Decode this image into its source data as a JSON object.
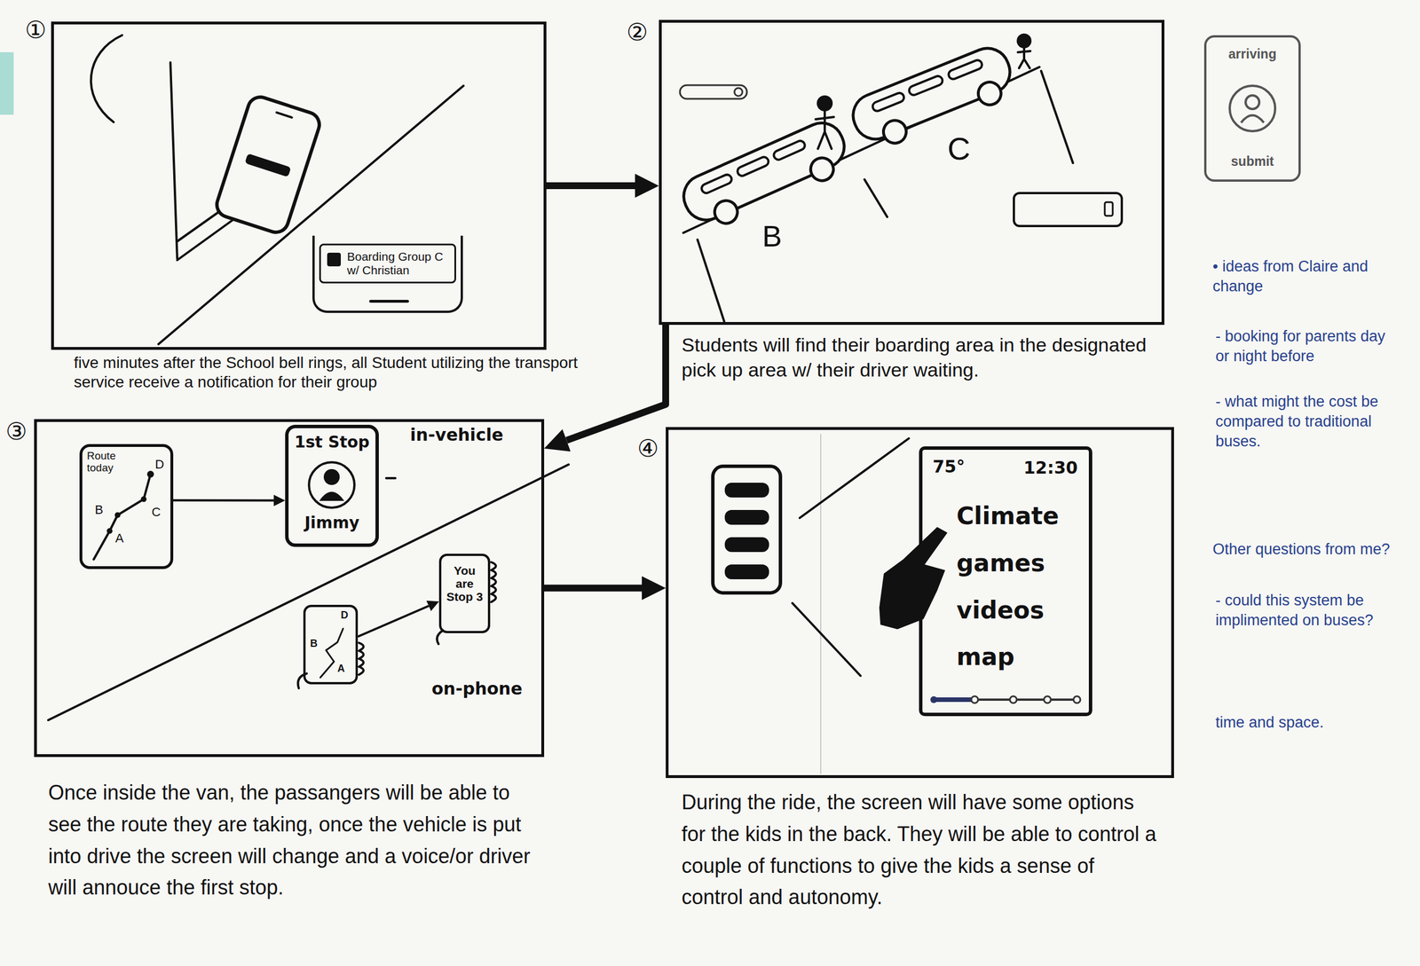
{
  "diagram": {
    "nodes": [
      {
        "text": [
          "①",
          "five minutes after the School bell rings, all Student utilizing the transport service receive a notification for their group"
        ]
      },
      {
        "text": [
          "Boarding Group C w/ Christian"
        ],
        "in": 0
      },
      {
        "text": [
          "②",
          "Students will find their boarding area in the designated pick up area w/ their driver waiting."
        ]
      },
      {
        "text": [
          "arriving",
          "submit"
        ]
      },
      {
        "text": [
          "③",
          "Once inside the van, the passangers will be able to see the route they are taking, once the vehicle is put into drive the screen will change and a voice/or driver will annouce the first stop."
        ]
      },
      {
        "text": [
          "Route today",
          "D",
          "C",
          "B",
          "A"
        ],
        "in": 4
      },
      {
        "text": [
          "1st Stop",
          "Jimmy"
        ],
        "in": 4
      },
      {
        "text": [
          "D",
          "B",
          "A"
        ],
        "in": 4
      },
      {
        "text": [
          "You are Stop 3"
        ],
        "in": 4
      },
      {
        "text": [
          "④",
          "During the ride, the screen will have some options for the kids in the back. They will be able to control a couple of functions to give the kids a sense of control and autonomy."
        ]
      },
      {
        "text": [
          "75°",
          "12:30",
          "Climate",
          "games",
          "videos",
          "map"
        ],
        "in": 9
      }
    ],
    "edges": [
      {
        "from": 0,
        "to": 2,
        "arrow": "to"
      },
      {
        "from": 2,
        "to": 4,
        "arrow": "to"
      },
      {
        "from": 4,
        "to": 9,
        "arrow": "to"
      },
      {
        "from": 5,
        "to": 6,
        "arrow": "to"
      },
      {
        "from": 7,
        "to": 8,
        "arrow": "to"
      }
    ],
    "labels": [
      "B",
      "C",
      "in-vehicle",
      "on-phone",
      "• ideas from Claire and change",
      "- booking for parents day or night before",
      "- what might the cost be compared to traditional buses.",
      "Other questions from me?",
      "- could this system be implimented on buses?",
      "time and space."
    ]
  }
}
